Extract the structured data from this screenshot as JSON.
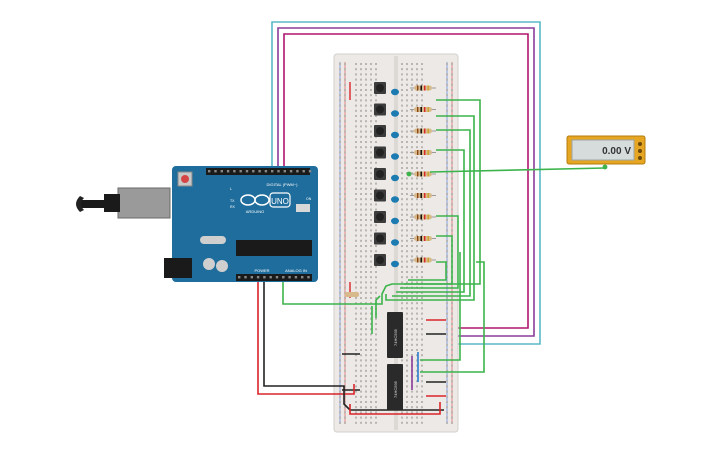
{
  "arduino": {
    "logo_text": "UNO",
    "brand_text": "ARDUINO",
    "digital_label": "DIGITAL (PWM~)",
    "power_label": "POWER",
    "analog_label": "ANALOG IN",
    "on_label": "ON",
    "tx_label": "TX",
    "rx_label": "RX",
    "l_label": "L"
  },
  "multimeter": {
    "reading": "0.00 V"
  },
  "chips": [
    {
      "label": "74HC595"
    },
    {
      "label": "74HC595"
    }
  ],
  "colors": {
    "arduino_blue": "#1f6d9c",
    "breadboard": "#ece9e6",
    "wire_green": "#3cb44b",
    "wire_red": "#d9252a",
    "wire_black": "#222222",
    "wire_purple": "#8a3b9a",
    "wire_magenta": "#b0166e",
    "wire_cyan": "#5ab9c7",
    "multimeter_frame": "#e7a621",
    "multimeter_screen": "#d6dcdc",
    "button_cap": "#1c7bb0",
    "button_body": "#3c3c3c",
    "chip": "#2a2a2a"
  },
  "button_count": 9
}
